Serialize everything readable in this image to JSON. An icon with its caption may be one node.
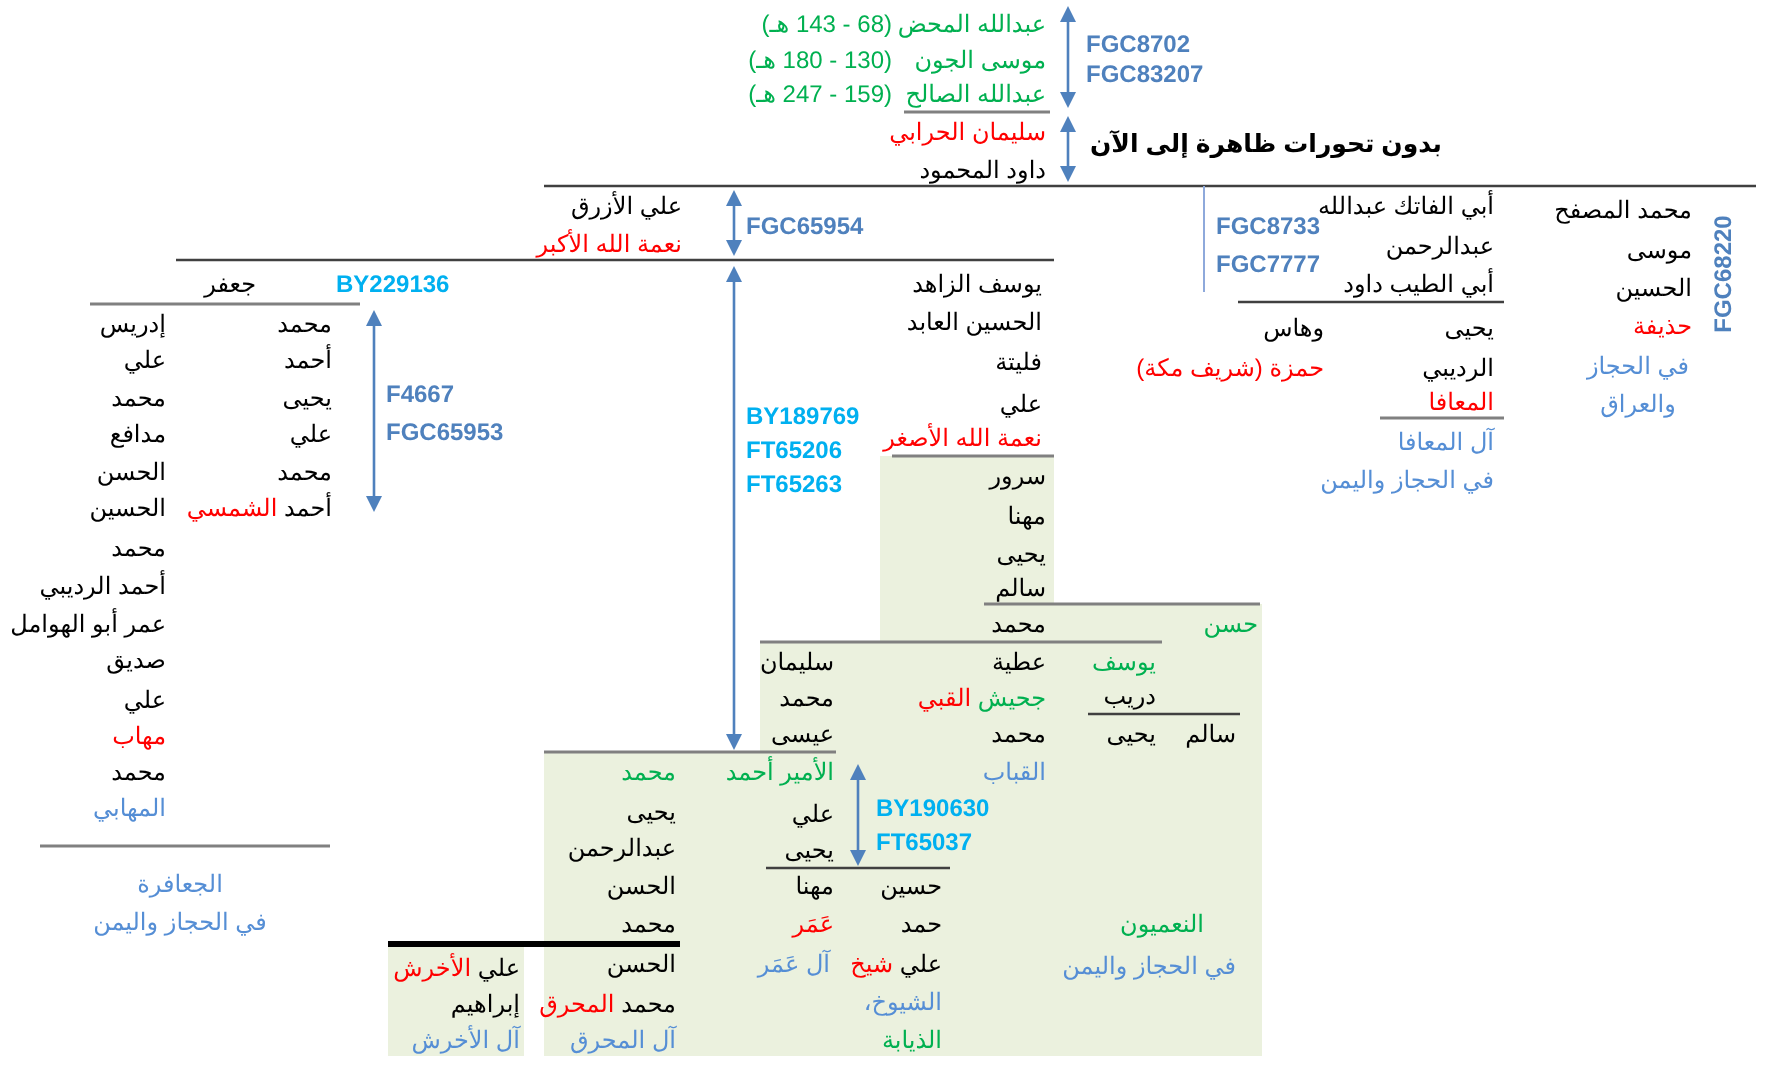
{
  "diagram": {
    "nodes": [
      {
        "text": [
          "سرور",
          "مهنا",
          "يحيى",
          "سالم",
          "حسن",
          "محمد",
          "يوسف",
          "عطية",
          "سليمان",
          "دريب",
          "جحيش القبي",
          "محمد",
          "سالم",
          "يحيى",
          "محمد",
          "عيسى",
          "القباب",
          "الأمير أحمد",
          "محمد",
          "BY190630",
          "علي",
          "يحيى",
          "FT65037",
          "يحيى",
          "عبدالرحمن",
          "حسين",
          "مهنا",
          "الحسن",
          "النعميون",
          "حمد",
          "عَمَر",
          "محمد",
          "في الحجاز واليمن",
          "علي شيخ",
          "آل عَمَر",
          "الحسن",
          "الشيوخ،",
          "محمد المحرق",
          "الذيابة",
          "آل المحرق"
        ]
      },
      {
        "text": [
          "علي الأخرش",
          "إبراهيم",
          "آل الأخرش"
        ]
      }
    ],
    "labels": [
      "عبدالله المحض",
      "(68 - 143 هـ)",
      "FGC8702",
      "موسى الجون",
      "(130 - 180 هـ)",
      "FGC83207",
      "عبدالله الصالح",
      "(159 - 247 هـ)",
      "سليمان الحرابي",
      "بدون تحورات ظاهرة إلى الآن",
      "داود المحمود",
      "FGC68220",
      "محمد المصفح",
      "أبي الفاتك عبدالله",
      "علي الأزرق",
      "FGC8733",
      "FGC65954",
      "موسى",
      "عبدالرحمن",
      "نعمة الله الأكبر",
      "FGC7777",
      "الحسين",
      "أبي الطيب داود",
      "يوسف الزاهد",
      "BY229136",
      "جعفر",
      "حذيفة",
      "يحيى",
      "وهاس",
      "الحسين العابد",
      "محمد",
      "إدريس",
      "في الحجاز والعراق",
      "الرديبي",
      "حمزة (شريف مكة)",
      "فليتة",
      "أحمد",
      "علي",
      "المعافا",
      "علي",
      "F4667",
      "يحيى",
      "محمد",
      "BY189769",
      "نعمة الله الأصغر",
      "FGC65953",
      "علي",
      "مدافع",
      "آل المعافا",
      "FT65206",
      "محمد",
      "الحسن",
      "في الحجاز واليمن",
      "FT65263",
      "أحمد الشمسي",
      "الحسين",
      "محمد",
      "أحمد الرديبي",
      "عمر أبو الهوامل",
      "صديق",
      "علي",
      "مهاب",
      "محمد",
      "المهابي",
      "الجعافرة",
      "في الحجاز واليمن"
    ]
  }
}
